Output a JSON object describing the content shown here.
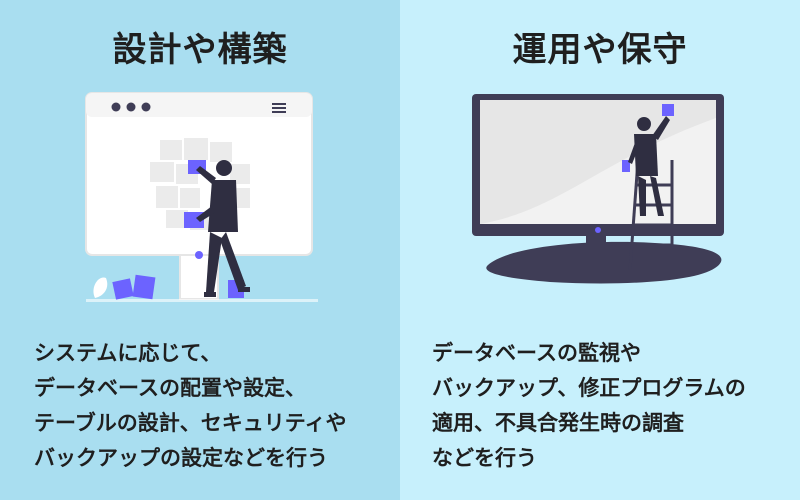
{
  "left": {
    "title": "設計や構築",
    "description": [
      "システムに応じて、",
      "データベースの配置や設定、",
      "テーブルの設計、セキュリティや",
      "バックアップの設定などを行う"
    ]
  },
  "right": {
    "title": "運用や保守",
    "description": [
      "データベースの監視や",
      "バックアップ、修正プログラムの",
      "適用、不具合発生時の調査",
      "などを行う"
    ]
  },
  "colors": {
    "left_bg": "#a9def0",
    "right_bg": "#c7f0fc",
    "accent": "#6c63ff",
    "dark": "#3f3d56"
  }
}
